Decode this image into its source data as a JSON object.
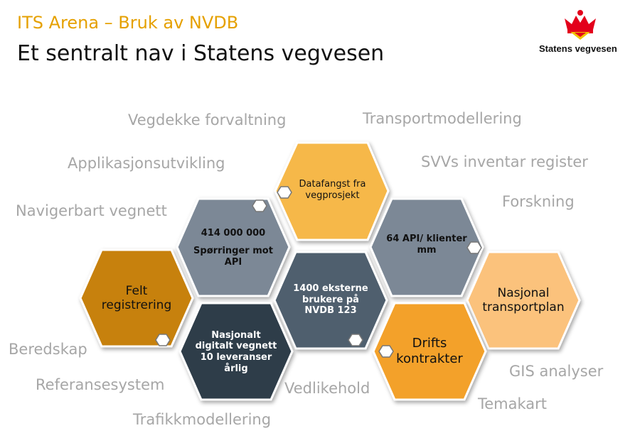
{
  "header": {
    "subtitle": "ITS Arena – Bruk av NVDB",
    "title": "Et sentralt nav i Statens vegvesen"
  },
  "logo": {
    "text": "Statens vegvesen",
    "icon": "svv-crown-logo-icon"
  },
  "hexagons": [
    {
      "id": "datafangst",
      "lines": [
        "Datafangst fra",
        "vegprosjekt"
      ],
      "color": "#f6b84a"
    },
    {
      "id": "sporringer",
      "lines": [
        "414 000 000",
        "Spørringer mot",
        "API"
      ],
      "color": "#7b8896"
    },
    {
      "id": "api",
      "lines": [
        "64 API/ klienter",
        "mm"
      ],
      "color": "#7b8896"
    },
    {
      "id": "felt",
      "lines": [
        "Felt",
        "registrering"
      ],
      "color": "#c7810f"
    },
    {
      "id": "eksterne",
      "lines": [
        "1400 eksterne",
        "brukere på",
        "NVDB 123"
      ],
      "color": "#4f5f6e"
    },
    {
      "id": "nasjonal",
      "lines": [
        "Nasjonal",
        "transportplan"
      ],
      "color": "#fbc27b"
    },
    {
      "id": "vegnett",
      "lines": [
        "Nasjonalt",
        "digitalt vegnett",
        "10 leveranser",
        "årlig"
      ],
      "color": "#2f3d4a"
    },
    {
      "id": "drifts",
      "lines": [
        "Drifts",
        "kontrakter"
      ],
      "color": "#f3a12a"
    }
  ],
  "surrounding_labels": [
    "Vegdekke forvaltning",
    "Transportmodellering",
    "Applikasjonsutvikling",
    "SVVs inventar register",
    "Navigerbart vegnett",
    "Forskning",
    "Beredskap",
    "GIS analyser",
    "Referansesystem",
    "Vedlikehold",
    "Temakart",
    "Trafikkmodellering"
  ]
}
